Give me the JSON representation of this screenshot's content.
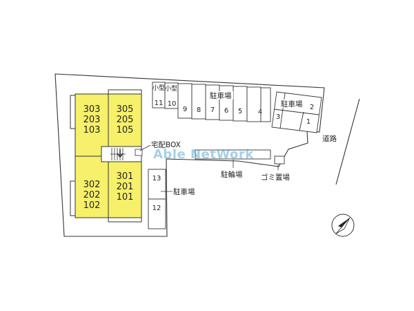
{
  "units": {
    "left_top": [
      "303",
      "203",
      "103"
    ],
    "right_top": [
      "305",
      "205",
      "105"
    ],
    "left_bottom": [
      "302",
      "202",
      "102"
    ],
    "right_bottom": [
      "301",
      "201",
      "101"
    ]
  },
  "parking": {
    "label_top": "駐車場",
    "label_right": "駐車場",
    "label_lower": "駐車場",
    "small_label": "小型",
    "spaces_top": [
      "11",
      "10",
      "9",
      "8",
      "7",
      "6",
      "5",
      "4"
    ],
    "spaces_right": [
      "3",
      "2",
      "1"
    ],
    "spaces_lower": [
      "13",
      "12"
    ]
  },
  "labels": {
    "delivery_box": "宅配BOX",
    "bike_parking": "駐輪場",
    "garbage": "ゴミ置場",
    "road": "道路",
    "watermark": "Able NetWork"
  },
  "colors": {
    "building_fill": "#f6f06a",
    "line": "#333333",
    "watermark": "#5aaad7"
  },
  "compass": {
    "icon": "north-arrow-icon"
  }
}
